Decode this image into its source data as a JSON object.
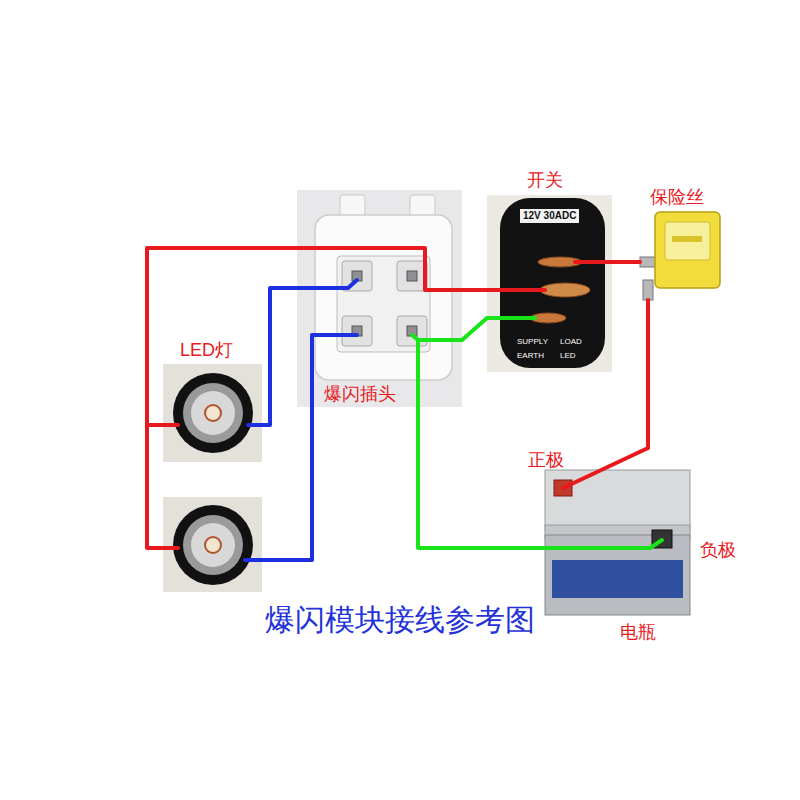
{
  "diagram": {
    "title": "爆闪模块接线参考图",
    "nodes": [
      {
        "text": [
          "爆闪插头"
        ]
      },
      {
        "text": [
          "开关",
          "12V 30ADC",
          "LOAD",
          "SUPPLY",
          "EARTH",
          "LED"
        ]
      },
      {
        "text": [
          "保险丝"
        ]
      },
      {
        "text": [
          "LED灯"
        ]
      },
      {
        "text": [
          "正极",
          "负极",
          "电瓶"
        ]
      }
    ],
    "edges": [
      {
        "from": 3,
        "to": 1,
        "arrow": "none"
      },
      {
        "from": 0,
        "to": 3,
        "arrow": "none"
      },
      {
        "from": 0,
        "to": 3,
        "arrow": "none"
      },
      {
        "from": 1,
        "to": 2,
        "arrow": "none"
      },
      {
        "from": 2,
        "to": 4,
        "arrow": "none"
      },
      {
        "from": 1,
        "to": 0,
        "arrow": "none"
      },
      {
        "from": 0,
        "to": 4,
        "arrow": "none"
      }
    ]
  }
}
